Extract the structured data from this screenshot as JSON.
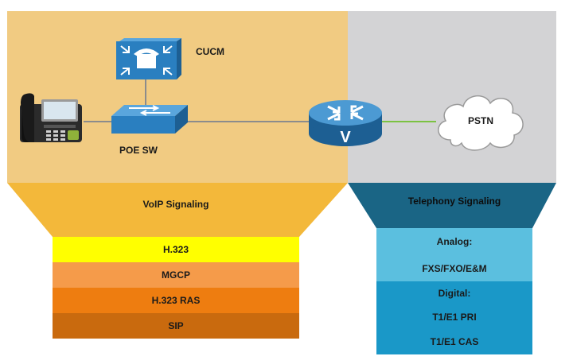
{
  "devices": {
    "cucm_label": "CUCM",
    "switch_label": "POE SW",
    "router_letter": "V",
    "cloud_label": "PSTN"
  },
  "voip": {
    "title": "VoIP Signaling",
    "protocols": [
      {
        "label": "H.323",
        "color": "#ffff00"
      },
      {
        "label": "MGCP",
        "color": "#f59b4a"
      },
      {
        "label": "H.323 RAS",
        "color": "#ee7d10"
      },
      {
        "label": "SIP",
        "color": "#c96a0e"
      }
    ],
    "funnel_color": "#f3b83a"
  },
  "telephony": {
    "title": "Telephony Signaling",
    "analog_header": "Analog:",
    "analog_value": "FXS/FXO/E&M",
    "digital_header": "Digital:",
    "digital_values": [
      "T1/E1 PRI",
      "T1/E1 CAS"
    ],
    "funnel_color": "#1a6585",
    "analog_color": "#5bbfdf",
    "digital_color": "#1a98c8"
  },
  "colors": {
    "left_panel": "#f1cb82",
    "right_panel": "#d3d3d5",
    "device_blue": "#2a7fc0",
    "pstn_link": "#7cc242"
  }
}
